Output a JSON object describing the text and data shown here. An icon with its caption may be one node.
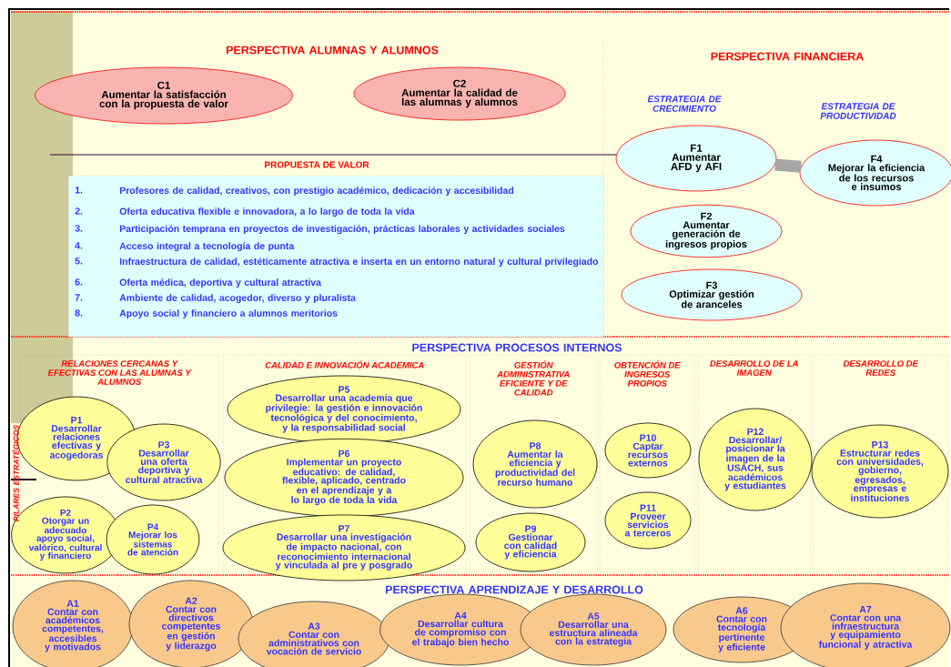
{
  "diagram": {
    "nodes": [
      {
        "text": [
          "C1",
          "Aumentar la satisfacción con la propuesta de valor"
        ]
      },
      {
        "text": [
          "C2",
          "Aumentar la calidad de las alumnas y alumnos"
        ]
      },
      {
        "text": [
          "PROPUESTA DE VALOR",
          "1.",
          "Profesores de calidad, creativos, con prestigio académico, dedicación y accesibilidad",
          "2.",
          "Oferta educativa flexible e innovadora, a lo largo de toda la vida",
          "3.",
          "Participación temprana en proyectos de investigación, prácticas laborales y actividades sociales",
          "4.",
          "Acceso integral a tecnología de punta",
          "5.",
          "Infraestructura de calidad, estéticamente atractiva e inserta en un entorno natural y cultural privilegiado",
          "6.",
          "Oferta médica, deportiva y cultural atractiva",
          "7.",
          "Ambiente de calidad, acogedor, diverso y pluralista",
          "8.",
          "Apoyo social y financiero a alumnos meritorios"
        ]
      },
      {
        "text": [
          "F1",
          "Aumentar AFD y AFI"
        ]
      },
      {
        "text": [
          "F4",
          "Mejorar la eficiencia de los recursos e insumos"
        ]
      },
      {
        "text": [
          "F2",
          "Aumentar generación de ingresos propios"
        ]
      },
      {
        "text": [
          "F3",
          "Optimizar gestión de aranceles"
        ]
      },
      {
        "text": [
          "RELACIONES CERCANAS Y EFECTIVAS CON LAS ALUMNAS Y ALUMNOS"
        ]
      },
      {
        "text": [
          "P1",
          "Desarrollar relaciones efectivas y acogedoras"
        ],
        "in": 7
      },
      {
        "text": [
          "P3",
          "Desarrollar una oferta deportiva y cultural atractiva"
        ],
        "in": 7
      },
      {
        "text": [
          "P2",
          "Otorgar un adecuado apoyo social, valórico, cultural y financiero"
        ],
        "in": 7
      },
      {
        "text": [
          "P4",
          "Mejorar los sistemas de atención"
        ],
        "in": 7
      },
      {
        "text": [
          "CALIDAD E INNOVACIÓN ACADEMICA"
        ]
      },
      {
        "text": [
          "P5",
          "Desarrollar una academia que privilegie: la gestión e innovación tecnológica y del conocimiento, y la responsabilidad social"
        ],
        "in": 12
      },
      {
        "text": [
          "P6",
          "Implementar un proyecto educativo: de calidad, flexible, aplicado, centrado en el aprendizaje y a lo largo de toda la vida"
        ],
        "in": 12
      },
      {
        "text": [
          "P7",
          "Desarrollar una investigación de impacto nacional, con reconocimiento internacional y vinculada al pre y posgrado"
        ],
        "in": 12
      },
      {
        "text": [
          "GESTIÓN ADMINISTRATIVA EFICIENTE Y DE CALIDAD"
        ]
      },
      {
        "text": [
          "P8",
          "Aumentar la eficiencia y productividad del recurso humano"
        ],
        "in": 16
      },
      {
        "text": [
          "P9",
          "Gestionar con calidad y eficiencia"
        ],
        "in": 16
      },
      {
        "text": [
          "OBTENCIÓN DE INGRESOS PROPIOS"
        ]
      },
      {
        "text": [
          "P10",
          "Captar recursos externos"
        ],
        "in": 19
      },
      {
        "text": [
          "P11",
          "Proveer servicios a terceros"
        ],
        "in": 19
      },
      {
        "text": [
          "DESARROLLO DE LA IMAGEN"
        ]
      },
      {
        "text": [
          "P12",
          "Desarrollar/ posicionar la imagen de la USACH, sus académicos y estudiantes"
        ],
        "in": 22
      },
      {
        "text": [
          "DESARROLLO DE REDES"
        ]
      },
      {
        "text": [
          "P13",
          "Estructurar redes con universidades, gobierno, egresados, empresas e instituciones"
        ],
        "in": 24
      },
      {
        "text": [
          "A1",
          "Contar con académicos competentes, accesibles y motivados"
        ]
      },
      {
        "text": [
          "A2",
          "Contar con directivos competentes en gestión y liderazgo"
        ]
      },
      {
        "text": [
          "A3",
          "Contar con administrativos con vocación de servicio"
        ]
      },
      {
        "text": [
          "A4",
          "Desarrollar cultura de compromiso con el trabajo bien hecho"
        ]
      },
      {
        "text": [
          "A5",
          "Desarrollar una estructura alineada con la estrategia"
        ]
      },
      {
        "text": [
          "A6",
          "Contar con tecnología pertinente y eficiente"
        ]
      },
      {
        "text": [
          "A7",
          "Contar con una infraestructura y equipamiento funcional y atractiva"
        ]
      }
    ],
    "edges": [
      {
        "from": 3,
        "to": 4,
        "arrow": "none",
        "color": "#a6a6a6"
      }
    ],
    "labels": [
      "PERSPECTIVA ALUMNAS Y ALUMNOS",
      "PERSPECTIVA FINANCIERA",
      "ESTRATEGIA DE CRECIMIENTO",
      "ESTRATEGIA DE PRODUCTIVIDAD",
      "PERSPECTIVA PROCESOS INTERNOS",
      "PILARES ESTRATÉGICOS",
      "PERSPECTIVA APRENDIZAJE Y DESARROLLO"
    ]
  }
}
